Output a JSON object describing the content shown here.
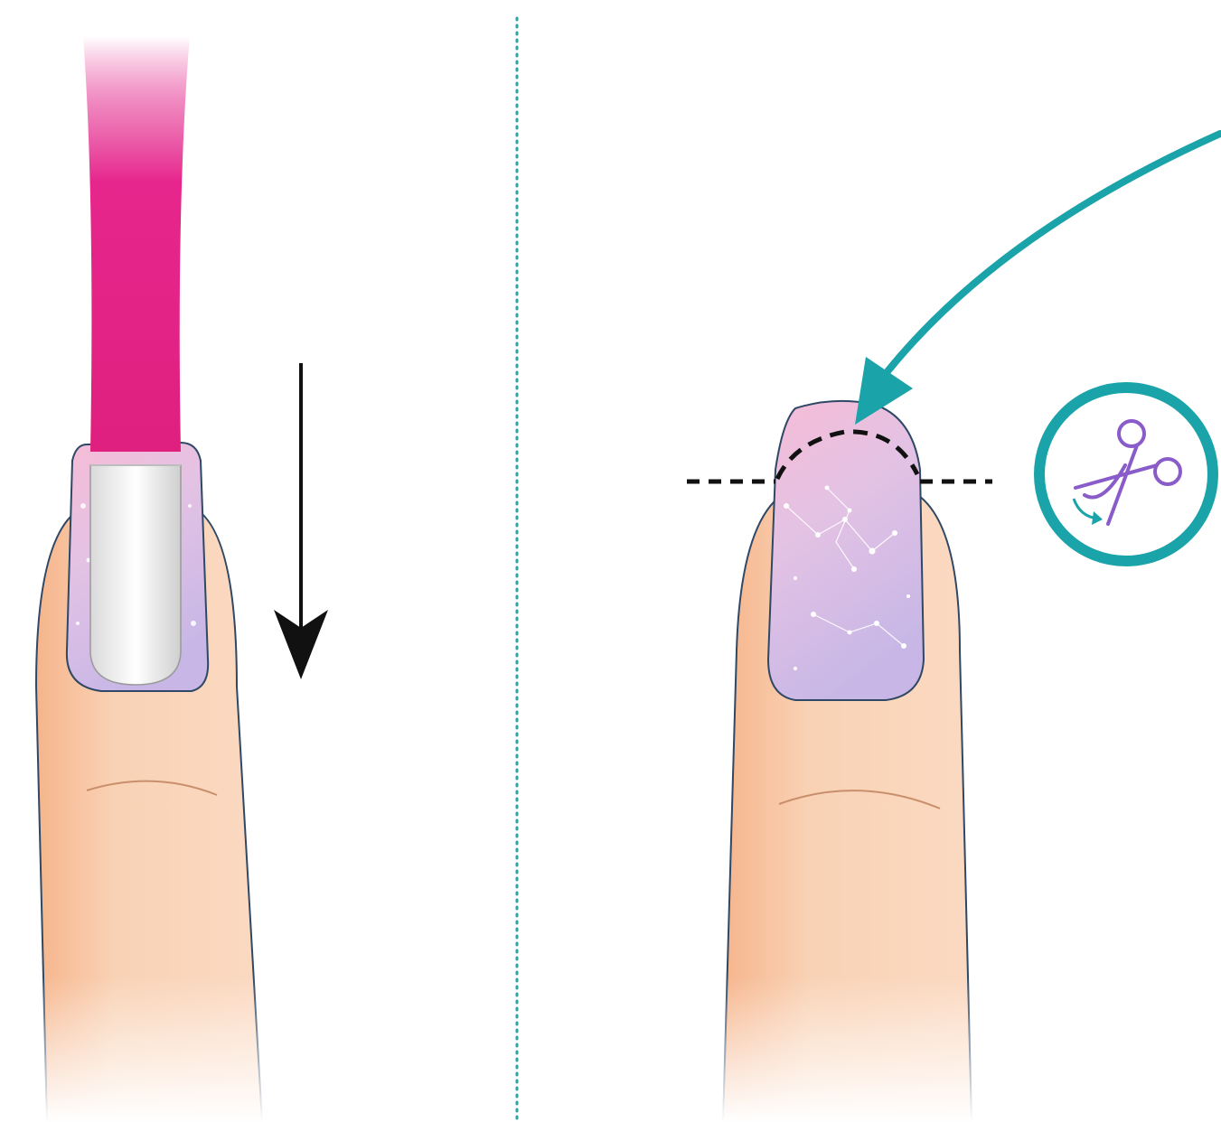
{
  "image_alt": "",
  "colors": {
    "background": "#ffffff",
    "skin": "#f9d3b6",
    "skin_shadow": "#f4b892",
    "outline": "#2e4866",
    "nail_pink": "#f3bcd8",
    "nail_lavender": "#c9b8e6",
    "tool_pink": "#e6268c",
    "tool_tip": "#e8e8e8",
    "teal": "#1aa3a8",
    "scissors": "#8a5cc9",
    "divider": "#2aa5a8",
    "arrow_black": "#111111"
  },
  "panels": [
    {
      "name": "apply-step",
      "tool": "pusher-stick",
      "motion": "press-down"
    },
    {
      "name": "trim-step",
      "indicator": "curved-arrow",
      "cut_guide": "dashed-line",
      "badge_icon": "scissors-icon"
    }
  ]
}
